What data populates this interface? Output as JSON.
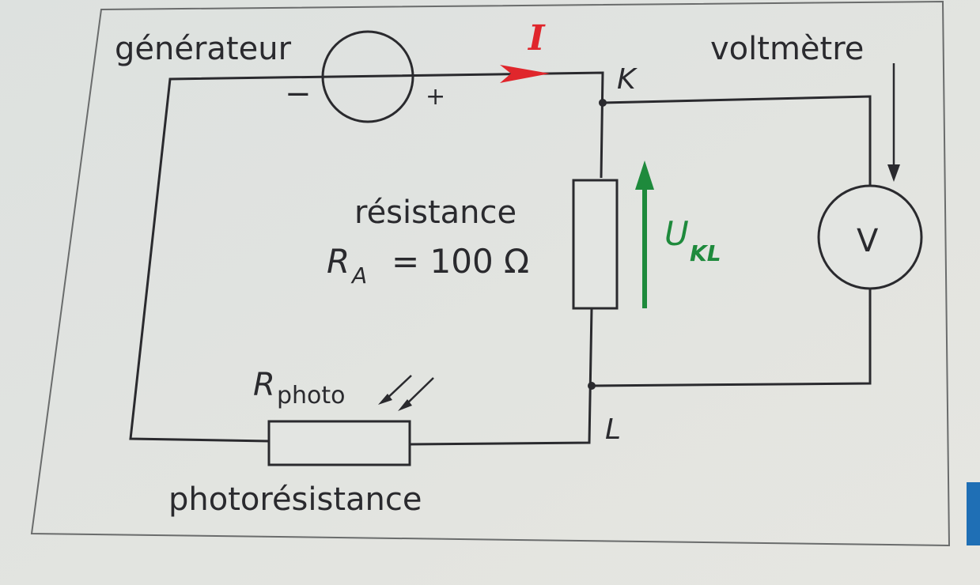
{
  "labels": {
    "generator": "générateur",
    "minus": "−",
    "plus": "+",
    "current": "I",
    "node_k": "K",
    "node_l": "L",
    "voltmeter": "voltmètre",
    "voltmeter_symbol": "V",
    "resistor_name": "résistance",
    "resistor_value_symbol": "R",
    "resistor_value_sub": "A",
    "resistor_value": "= 100 Ω",
    "voltage_symbol": "U",
    "voltage_sub": "KL",
    "photo_symbol": "R",
    "photo_sub": "photo",
    "photoresistor_name": "photorésistance"
  },
  "colors": {
    "current": "#e0262c",
    "voltage": "#1e8a3c",
    "wire": "#2a2a2e",
    "accent_tab": "#1f6fb5"
  }
}
